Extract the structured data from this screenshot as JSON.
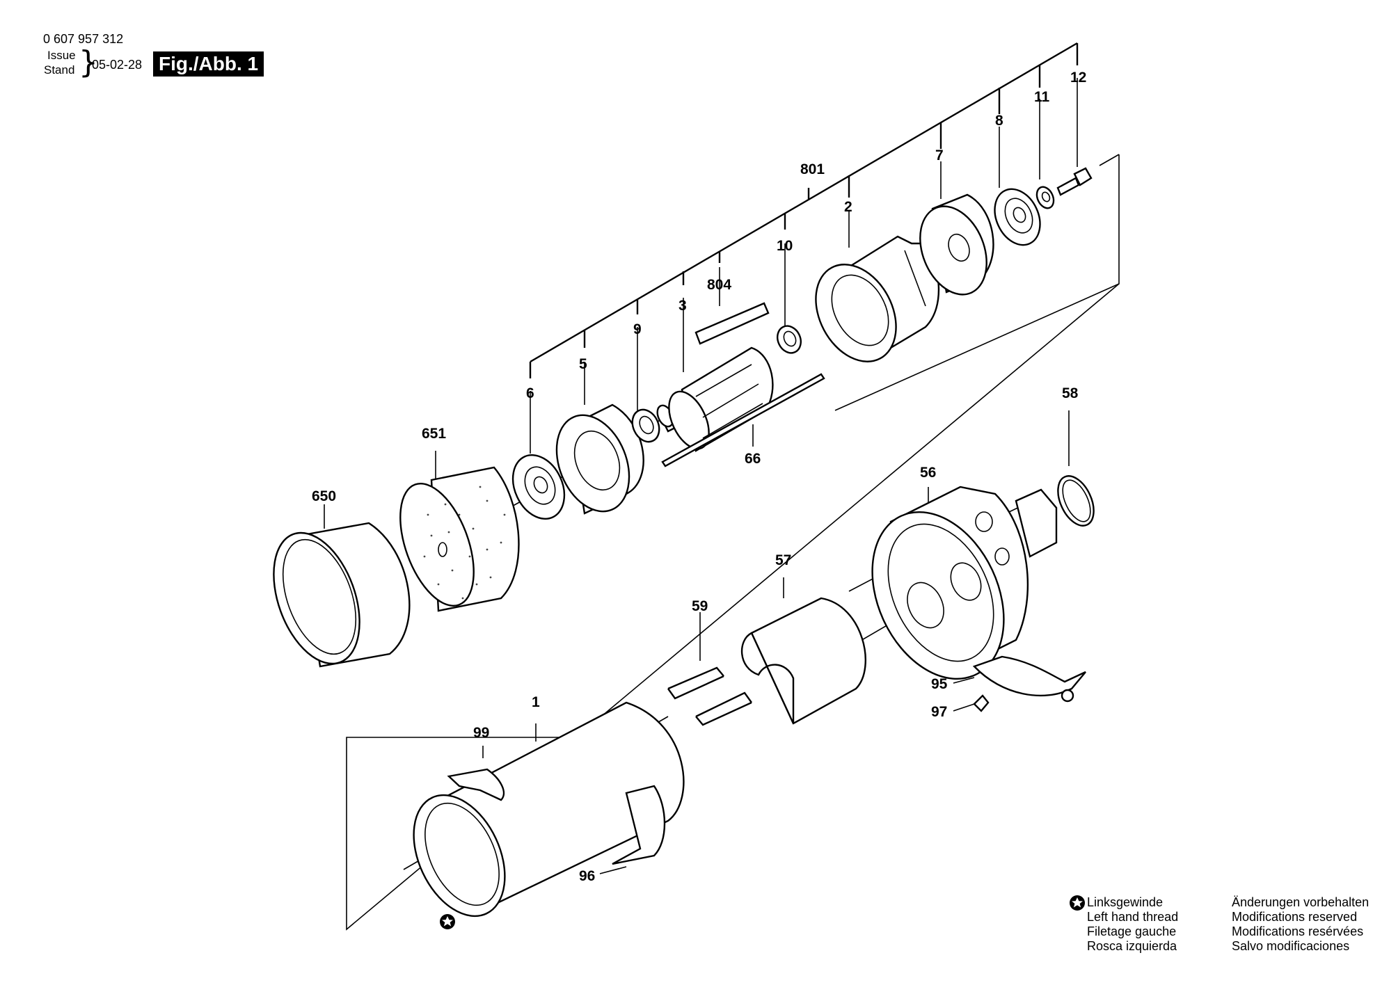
{
  "header": {
    "part_number": "0 607 957 312",
    "issue_label": "Issue",
    "stand_label": "Stand",
    "date": "05-02-28",
    "figure_label": "Fig./Abb. 1"
  },
  "parts": {
    "p1": "1",
    "p2": "2",
    "p3": "3",
    "p5": "5",
    "p6": "6",
    "p7": "7",
    "p8": "8",
    "p9": "9",
    "p10": "10",
    "p11": "11",
    "p12": "12",
    "p56": "56",
    "p57": "57",
    "p58": "58",
    "p59": "59",
    "p66": "66",
    "p95": "95",
    "p96": "96",
    "p97": "97",
    "p99": "99",
    "p650": "650",
    "p651": "651",
    "p801": "801",
    "p804": "804"
  },
  "legend_left": [
    "Linksgewinde",
    "Left hand thread",
    "Filetage gauche",
    "Rosca izquierda"
  ],
  "legend_right": [
    "Änderungen vorbehalten",
    "Modifications reserved",
    "Modifications resérvées",
    "Salvo modificaciones"
  ],
  "icons": {
    "left_hand_thread": "star-in-circle-icon"
  }
}
